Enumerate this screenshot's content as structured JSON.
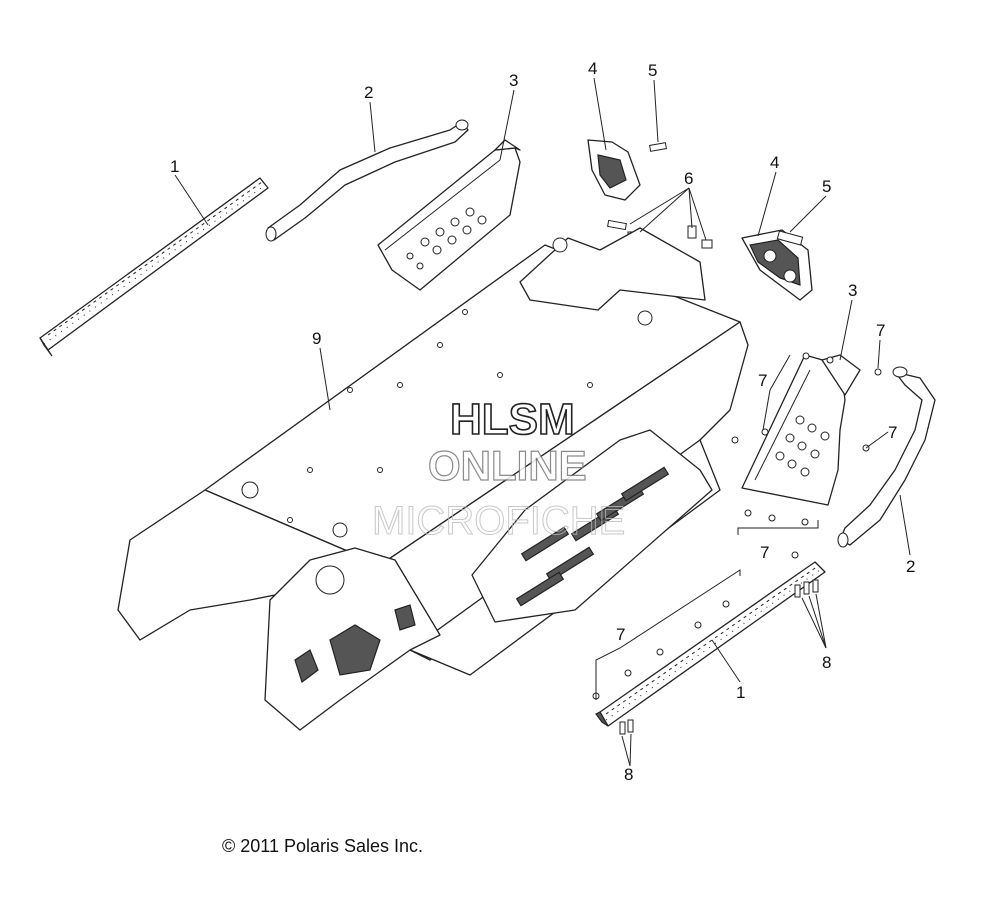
{
  "diagram": {
    "callouts": [
      {
        "id": "c1a",
        "label": "1"
      },
      {
        "id": "c1b",
        "label": "1"
      },
      {
        "id": "c2a",
        "label": "2"
      },
      {
        "id": "c2b",
        "label": "2"
      },
      {
        "id": "c3a",
        "label": "3"
      },
      {
        "id": "c3b",
        "label": "3"
      },
      {
        "id": "c4a",
        "label": "4"
      },
      {
        "id": "c4b",
        "label": "4"
      },
      {
        "id": "c5a",
        "label": "5"
      },
      {
        "id": "c5b",
        "label": "5"
      },
      {
        "id": "c6",
        "label": "6"
      },
      {
        "id": "c7a",
        "label": "7"
      },
      {
        "id": "c7b",
        "label": "7"
      },
      {
        "id": "c7c",
        "label": "7"
      },
      {
        "id": "c7d",
        "label": "7"
      },
      {
        "id": "c7e",
        "label": "7"
      },
      {
        "id": "c8a",
        "label": "8"
      },
      {
        "id": "c8b",
        "label": "8"
      },
      {
        "id": "c9",
        "label": "9"
      }
    ],
    "watermark": {
      "line1": "HLSM",
      "line2": "ONLINE",
      "line3": "MICROFICHE"
    },
    "copyright": "© 2011 Polaris Sales Inc."
  }
}
